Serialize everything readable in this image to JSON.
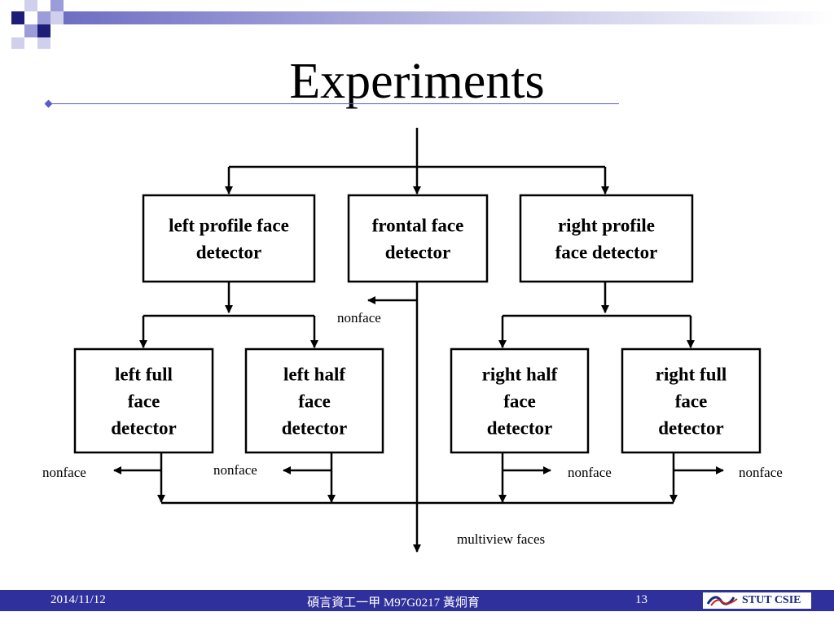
{
  "slide": {
    "title": "Experiments"
  },
  "diagram": {
    "boxes": [
      {
        "id": "left-profile",
        "lines": [
          "left profile face",
          "detector"
        ]
      },
      {
        "id": "frontal",
        "lines": [
          "frontal face",
          "detector"
        ]
      },
      {
        "id": "right-profile",
        "lines": [
          "right profile",
          "face detector"
        ]
      },
      {
        "id": "left-full",
        "lines": [
          "left full",
          "face",
          "detector"
        ]
      },
      {
        "id": "left-half",
        "lines": [
          "left half",
          "face",
          "detector"
        ]
      },
      {
        "id": "right-half",
        "lines": [
          "right half",
          "face",
          "detector"
        ]
      },
      {
        "id": "right-full",
        "lines": [
          "right full",
          "face",
          "detector"
        ]
      }
    ],
    "labels": {
      "nonface": "nonface",
      "output": "multiview faces"
    }
  },
  "footer": {
    "date": "2014/11/12",
    "center": "碩言資工一甲 M97G0217 黃炯育",
    "page": "13",
    "logo_text": "STUT CSIE"
  },
  "colors": {
    "footer_bg": "#30309c",
    "accent": "#5a5ac8",
    "corner_dark": "#1e1e78",
    "corner_light": "#9c9cd8"
  }
}
